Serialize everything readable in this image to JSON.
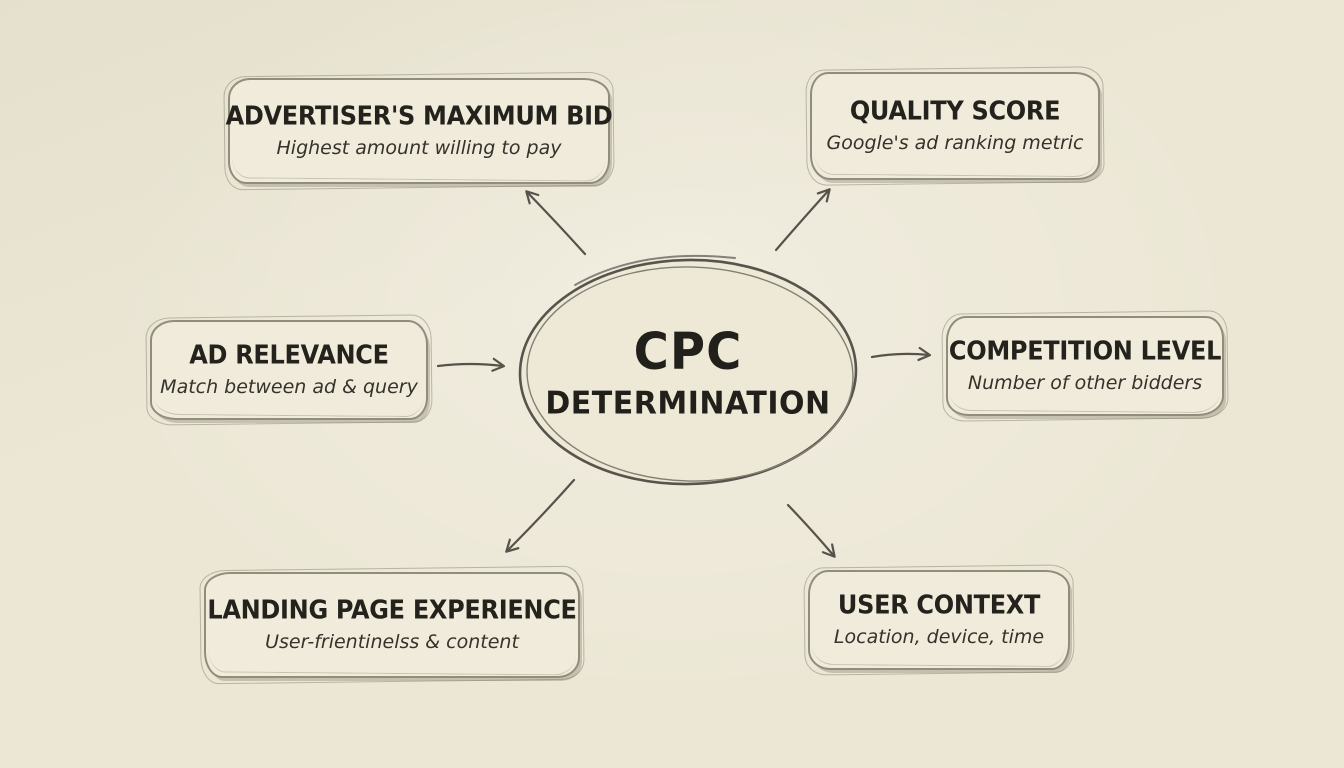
{
  "title": "CPC Determination mind map",
  "center": {
    "line1": "CPC",
    "line2": "DETERMINATION"
  },
  "nodes": [
    {
      "id": "advertisers-maximum-bid",
      "title": "ADVERTISER'S MAXIMUM BID",
      "subtitle": "Highest amount willing to pay"
    },
    {
      "id": "quality-score",
      "title": "QUALITY SCORE",
      "subtitle": "Google's ad ranking metric"
    },
    {
      "id": "ad-relevance",
      "title": "AD RELEVANCE",
      "subtitle": "Match between ad & query"
    },
    {
      "id": "competition-level",
      "title": "COMPETITION LEVEL",
      "subtitle": "Number of other bidders"
    },
    {
      "id": "landing-page-experience",
      "title": "LANDING PAGE EXPERIENCE",
      "subtitle": "User-frientinelss & content"
    },
    {
      "id": "user-context",
      "title": "USER CONTEXT",
      "subtitle": "Location, device, time"
    }
  ],
  "colors": {
    "background": "#ece7d5",
    "ink": "#23221d",
    "stroke": "#56534b",
    "node_fill": "#f0ebda",
    "node_border": "#918d7d"
  }
}
